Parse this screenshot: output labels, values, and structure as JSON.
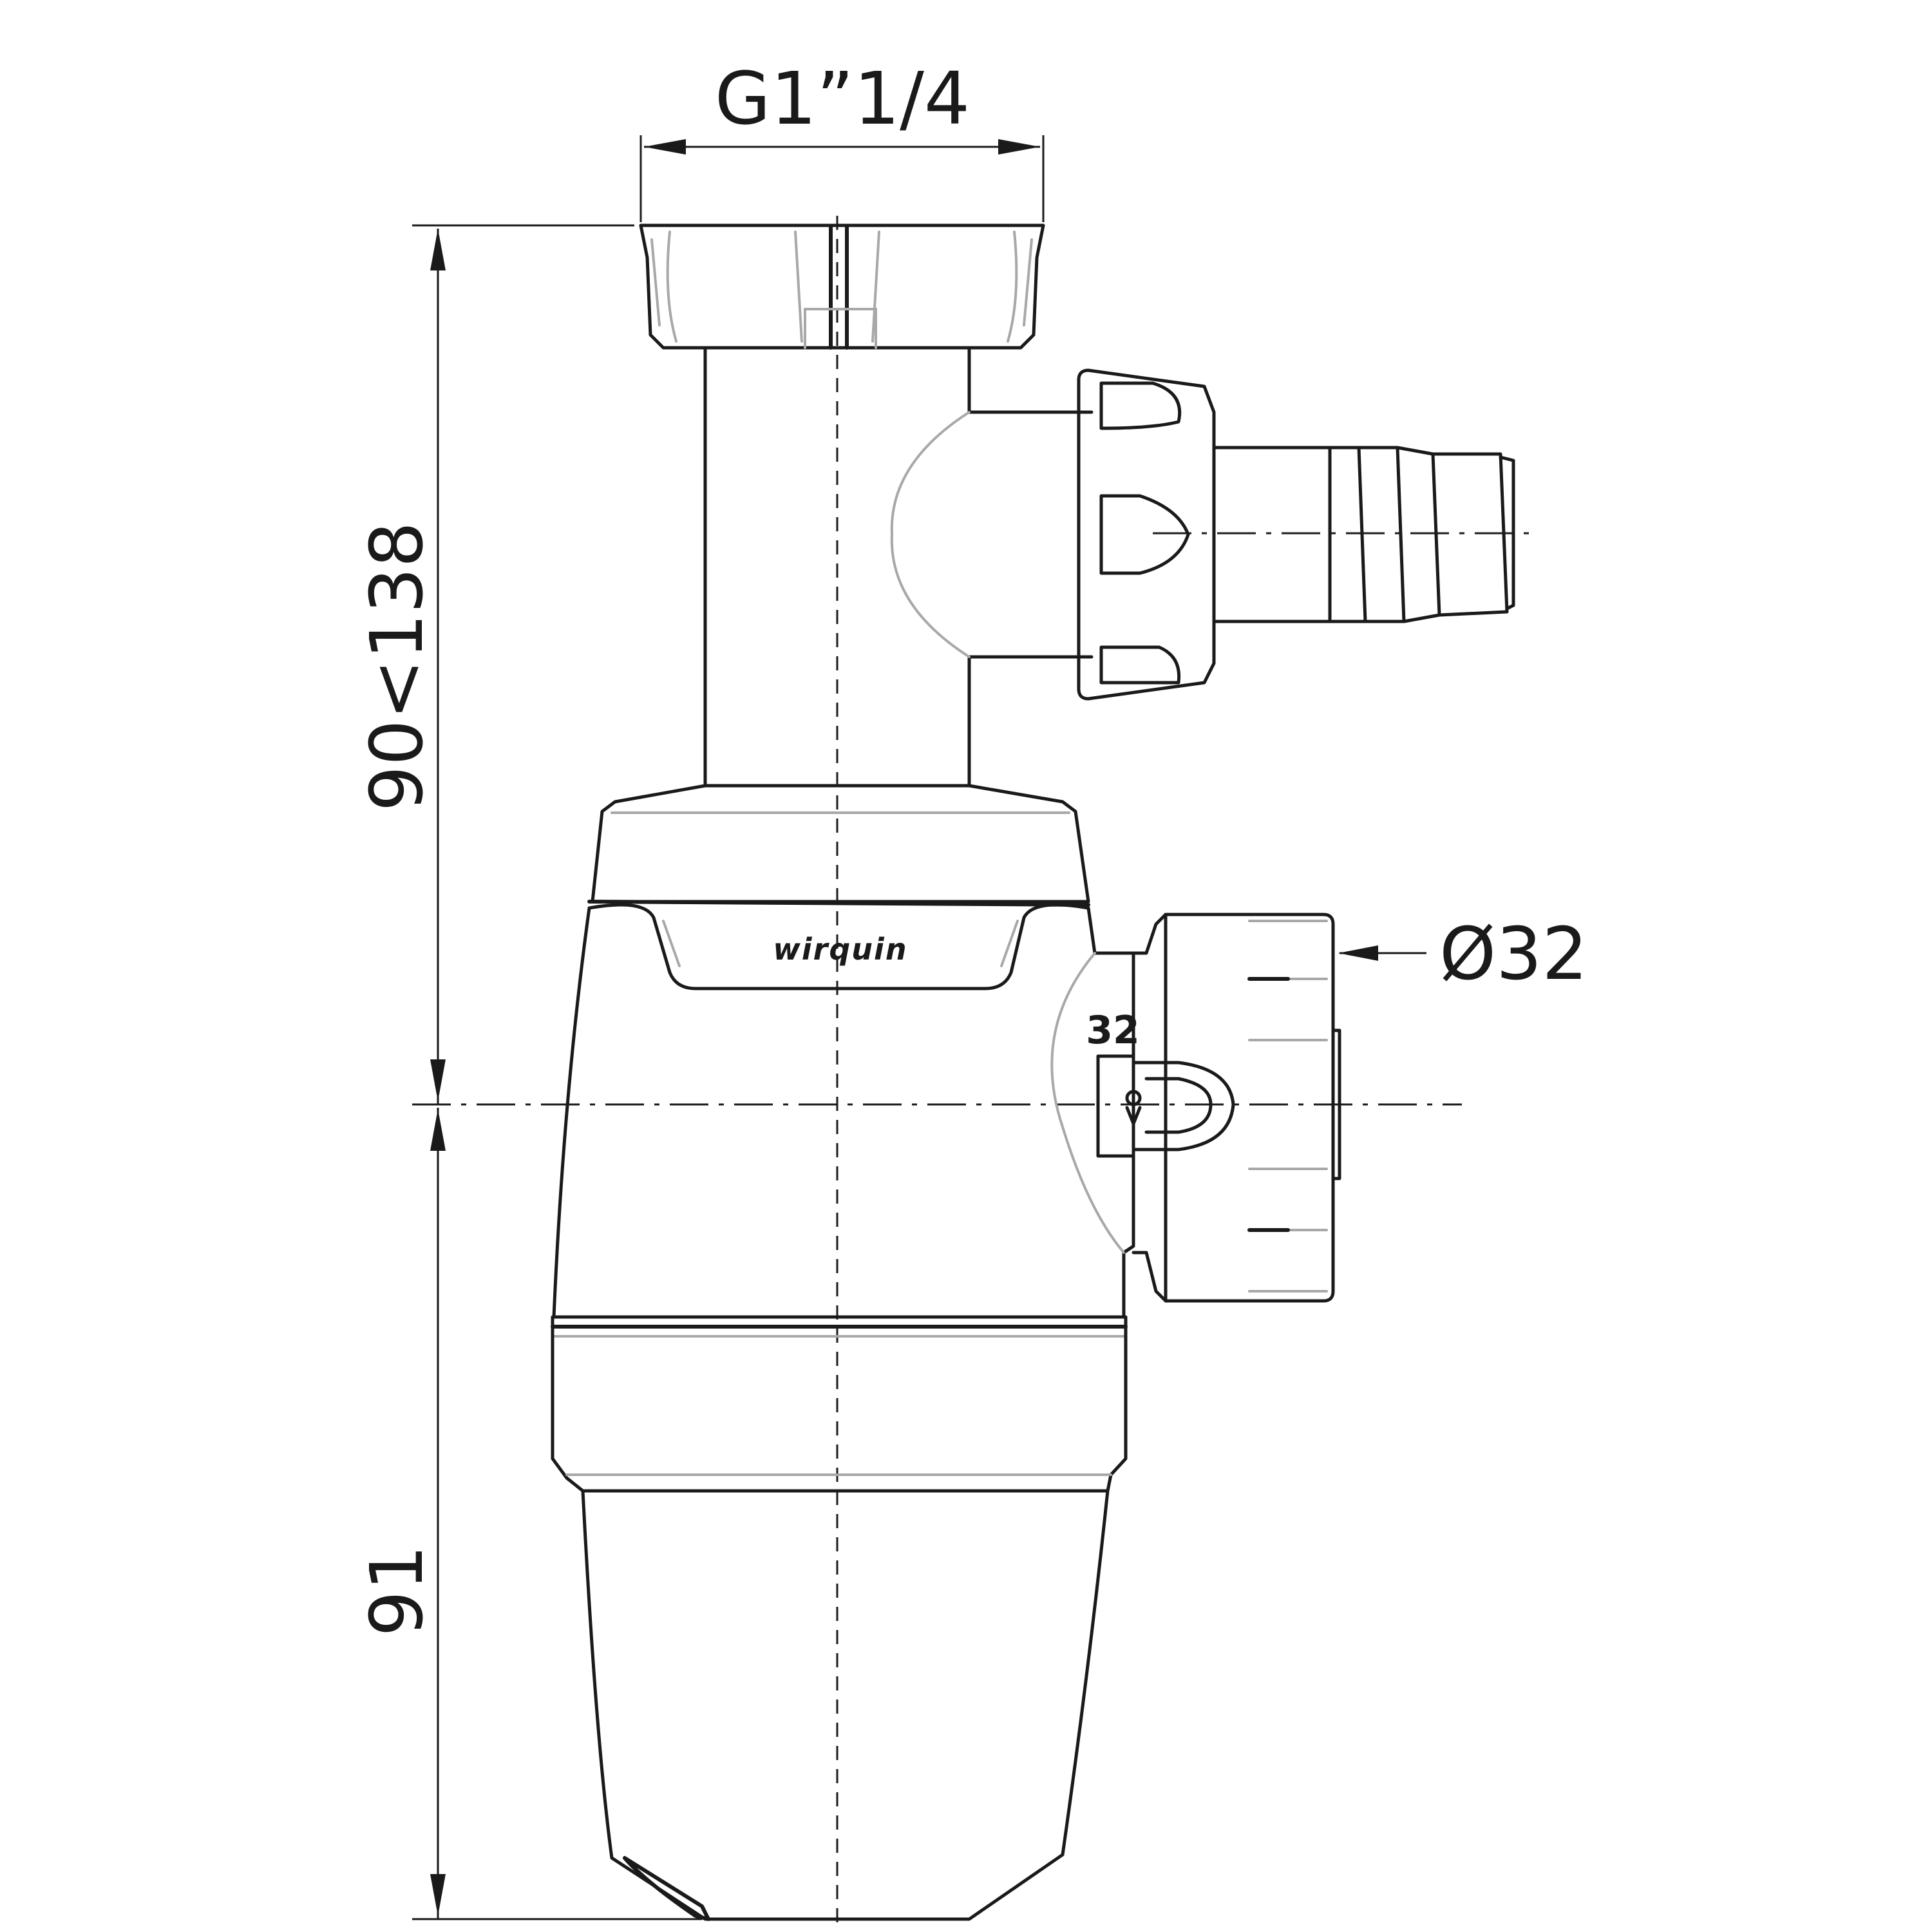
{
  "labels": {
    "thread_size": "G1”1/4",
    "outlet_diameter": "Ø32",
    "height_range": "90<138",
    "lower_height": "91",
    "outlet_marking": "32",
    "brand": "wirquin"
  }
}
